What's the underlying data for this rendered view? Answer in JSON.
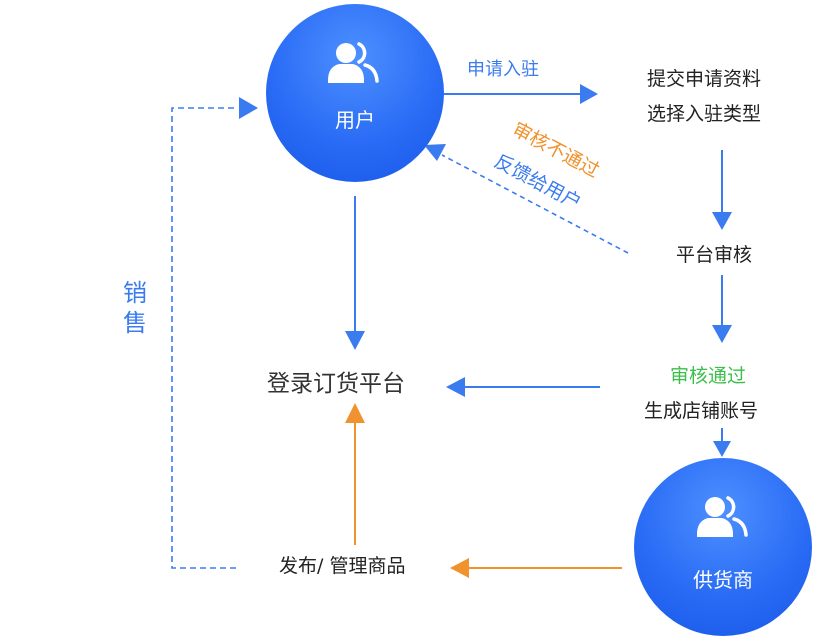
{
  "nodes": {
    "user": {
      "label": "用户"
    },
    "supplier": {
      "label": "供货商"
    }
  },
  "labels": {
    "apply": "申请入驻",
    "submit_line1": "提交申请资料",
    "submit_line2": "选择入驻类型",
    "review_fail": "审核不通过",
    "feedback": "反馈给用户",
    "platform_review": "平台审核",
    "review_pass": "审核通过",
    "create_account": "生成店铺账号",
    "login_platform": "登录订货平台",
    "publish": "发布/ 管理商品",
    "sales": "销售"
  },
  "colors": {
    "blue": "#3b7bf0",
    "orange": "#f0922e",
    "green": "#3cbf4a",
    "dark": "#222222"
  },
  "icons": {
    "node_icon": "users-icon"
  }
}
